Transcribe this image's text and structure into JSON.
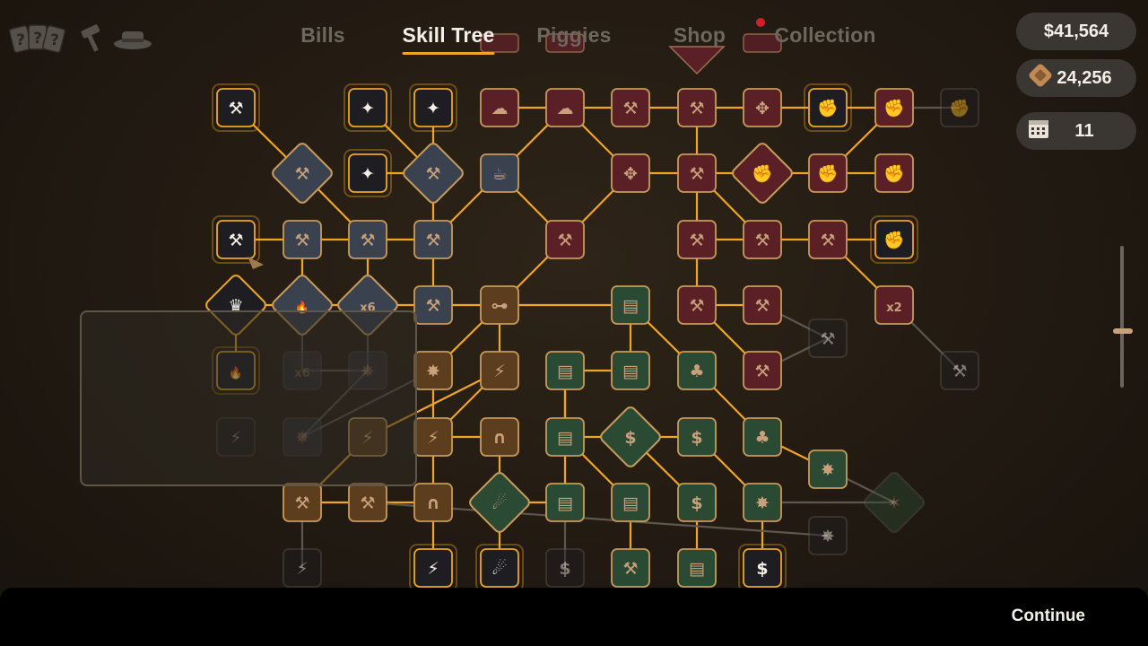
{
  "nav": {
    "tabs": [
      "Bills",
      "Skill Tree",
      "Piggies",
      "Shop",
      "Collection"
    ],
    "active_tab": "Skill Tree",
    "shop_notification": true
  },
  "top_left_icons": [
    "cards-icon",
    "hammer-icon",
    "hat-icon"
  ],
  "stats": {
    "money": "$41,564",
    "tokens": "24,256",
    "day": "11"
  },
  "footer": {
    "continue_label": "Continue"
  },
  "colors": {
    "blue": "#3a4250",
    "red": "#5a2026",
    "brown": "#5c3e1e",
    "green": "#2a4a34",
    "dark": "#1e1e22",
    "accent": "#f0a524"
  },
  "skill_tree": {
    "nodes": [
      {
        "id": "b1",
        "c": "dark",
        "s": "sq",
        "g": "⚒",
        "active": 1
      },
      {
        "id": "b2",
        "c": "dark",
        "s": "sq",
        "g": "✦",
        "active": 1
      },
      {
        "id": "b3",
        "c": "dark",
        "s": "sq",
        "g": "✦",
        "active": 1
      },
      {
        "id": "b4",
        "c": "blue",
        "s": "dia",
        "g": "⚒",
        "active": 1
      },
      {
        "id": "b5",
        "c": "dark",
        "s": "sq",
        "g": "✦",
        "active": 1
      },
      {
        "id": "b6",
        "c": "blue",
        "s": "dia",
        "g": "⚒",
        "active": 1
      },
      {
        "id": "b7",
        "c": "dark",
        "s": "sq",
        "g": "⚒",
        "active": 1
      },
      {
        "id": "b8",
        "c": "blue",
        "s": "sq",
        "g": "⚒",
        "active": 1
      },
      {
        "id": "b9",
        "c": "blue",
        "s": "sq",
        "g": "⚒",
        "active": 1
      },
      {
        "id": "b10",
        "c": "blue",
        "s": "sq",
        "g": "⚒",
        "active": 1
      },
      {
        "id": "b11",
        "c": "dark",
        "s": "dia",
        "g": "♛",
        "active": 1
      },
      {
        "id": "b12",
        "c": "blue",
        "s": "dia",
        "g": "🔥",
        "active": 1
      },
      {
        "id": "b13",
        "c": "blue",
        "s": "dia",
        "g": "x6",
        "active": 1
      },
      {
        "id": "b14",
        "c": "blue",
        "s": "sq",
        "g": "⚒",
        "active": 1
      },
      {
        "id": "b15",
        "c": "dark",
        "s": "sq",
        "g": "🔥",
        "active": 1
      },
      {
        "id": "b16",
        "c": "blue",
        "s": "sq",
        "g": "x6",
        "active": 0
      },
      {
        "id": "b17",
        "c": "blue",
        "s": "sq",
        "g": "✸",
        "active": 0
      },
      {
        "id": "b18",
        "c": "blue",
        "s": "sq",
        "g": "✸",
        "active": 0
      },
      {
        "id": "b19",
        "c": "dark",
        "s": "sq",
        "g": "⚡",
        "active": 0
      },
      {
        "id": "m1",
        "c": "red",
        "s": "sq",
        "g": "☁",
        "active": 1
      },
      {
        "id": "m2",
        "c": "red",
        "s": "sq",
        "g": "☁",
        "active": 1
      },
      {
        "id": "m3",
        "c": "blue",
        "s": "sq",
        "g": "☕",
        "active": 1
      },
      {
        "id": "m4",
        "c": "red",
        "s": "sq",
        "g": "⚒",
        "active": 1
      },
      {
        "id": "m5",
        "c": "red",
        "s": "sq",
        "g": "⚒",
        "active": 1
      },
      {
        "id": "m6",
        "c": "red",
        "s": "sq",
        "g": "✥",
        "active": 1
      },
      {
        "id": "m7",
        "c": "dark",
        "s": "sq",
        "g": "✊",
        "active": 1
      },
      {
        "id": "m8",
        "c": "red",
        "s": "sq",
        "g": "✊",
        "active": 1
      },
      {
        "id": "m9",
        "c": "dark",
        "s": "sq",
        "g": "✊",
        "active": 0
      },
      {
        "id": "m10",
        "c": "red",
        "s": "sq",
        "g": "✥",
        "active": 1
      },
      {
        "id": "m11",
        "c": "red",
        "s": "sq",
        "g": "⚒",
        "active": 1
      },
      {
        "id": "m12",
        "c": "red",
        "s": "dia",
        "g": "✊",
        "active": 1
      },
      {
        "id": "m13",
        "c": "red",
        "s": "sq",
        "g": "✊",
        "active": 1
      },
      {
        "id": "m14",
        "c": "red",
        "s": "sq",
        "g": "✊",
        "active": 1
      },
      {
        "id": "m15",
        "c": "red",
        "s": "sq",
        "g": "⚒",
        "active": 1
      },
      {
        "id": "m16",
        "c": "red",
        "s": "sq",
        "g": "⚒",
        "active": 1
      },
      {
        "id": "m17",
        "c": "red",
        "s": "sq",
        "g": "⚒",
        "active": 1
      },
      {
        "id": "m18",
        "c": "red",
        "s": "sq",
        "g": "⚒",
        "active": 1
      },
      {
        "id": "m19",
        "c": "dark",
        "s": "sq",
        "g": "✊",
        "active": 1
      },
      {
        "id": "m20",
        "c": "red",
        "s": "sq",
        "g": "⚒",
        "active": 1
      },
      {
        "id": "m21",
        "c": "red",
        "s": "sq",
        "g": "⚒",
        "active": 1
      },
      {
        "id": "m22",
        "c": "red",
        "s": "sq",
        "g": "x2",
        "active": 1
      },
      {
        "id": "m23",
        "c": "dark",
        "s": "sq",
        "g": "⚒",
        "active": 0
      },
      {
        "id": "m24",
        "c": "red",
        "s": "sq",
        "g": "⚒",
        "active": 1
      },
      {
        "id": "m25",
        "c": "dark",
        "s": "sq",
        "g": "⚒",
        "active": 0
      },
      {
        "id": "g1",
        "c": "brown",
        "s": "sq",
        "g": "⊶",
        "active": 1
      },
      {
        "id": "g2",
        "c": "green",
        "s": "sq",
        "g": "▤",
        "active": 1
      },
      {
        "id": "g3",
        "c": "brown",
        "s": "sq",
        "g": "✸",
        "active": 1
      },
      {
        "id": "g4",
        "c": "brown",
        "s": "sq",
        "g": "⚡",
        "active": 1
      },
      {
        "id": "g5",
        "c": "green",
        "s": "sq",
        "g": "▤",
        "active": 1
      },
      {
        "id": "g6",
        "c": "green",
        "s": "sq",
        "g": "▤",
        "active": 1
      },
      {
        "id": "g7",
        "c": "green",
        "s": "sq",
        "g": "♣",
        "active": 1
      },
      {
        "id": "g8",
        "c": "brown",
        "s": "sq",
        "g": "⚡",
        "active": 1
      },
      {
        "id": "g9",
        "c": "brown",
        "s": "sq",
        "g": "⚡",
        "active": 1
      },
      {
        "id": "g10",
        "c": "brown",
        "s": "sq",
        "g": "∩",
        "active": 1
      },
      {
        "id": "g11",
        "c": "green",
        "s": "sq",
        "g": "▤",
        "active": 1
      },
      {
        "id": "g12",
        "c": "green",
        "s": "dia",
        "g": "$",
        "active": 1
      },
      {
        "id": "g13",
        "c": "green",
        "s": "sq",
        "g": "$",
        "active": 1
      },
      {
        "id": "g14",
        "c": "green",
        "s": "sq",
        "g": "♣",
        "active": 1
      },
      {
        "id": "g15",
        "c": "green",
        "s": "sq",
        "g": "✸",
        "active": 1
      },
      {
        "id": "g16",
        "c": "green",
        "s": "dia",
        "g": "✶",
        "active": 0
      },
      {
        "id": "g17",
        "c": "brown",
        "s": "sq",
        "g": "⚒",
        "active": 1
      },
      {
        "id": "g18",
        "c": "brown",
        "s": "sq",
        "g": "⚒",
        "active": 1
      },
      {
        "id": "g19",
        "c": "brown",
        "s": "sq",
        "g": "∩",
        "active": 1
      },
      {
        "id": "g20",
        "c": "green",
        "s": "dia",
        "g": "☄",
        "active": 1
      },
      {
        "id": "g21",
        "c": "green",
        "s": "sq",
        "g": "▤",
        "active": 1
      },
      {
        "id": "g22",
        "c": "green",
        "s": "sq",
        "g": "▤",
        "active": 1
      },
      {
        "id": "g23",
        "c": "green",
        "s": "sq",
        "g": "$",
        "active": 1
      },
      {
        "id": "g24",
        "c": "green",
        "s": "sq",
        "g": "✸",
        "active": 1
      },
      {
        "id": "g25",
        "c": "dark",
        "s": "sq",
        "g": "✸",
        "active": 0
      },
      {
        "id": "g26",
        "c": "dark",
        "s": "sq",
        "g": "⚡",
        "active": 0
      },
      {
        "id": "g27",
        "c": "dark",
        "s": "sq",
        "g": "⚡",
        "active": 1
      },
      {
        "id": "g28",
        "c": "dark",
        "s": "sq",
        "g": "☄",
        "active": 1
      },
      {
        "id": "g29",
        "c": "dark",
        "s": "sq",
        "g": "$",
        "active": 0
      },
      {
        "id": "g30",
        "c": "green",
        "s": "sq",
        "g": "⚒",
        "active": 1
      },
      {
        "id": "g31",
        "c": "green",
        "s": "sq",
        "g": "▤",
        "active": 1
      },
      {
        "id": "g32",
        "c": "dark",
        "s": "sq",
        "g": "$",
        "active": 1
      }
    ],
    "edges": [
      [
        "b1",
        "b4"
      ],
      [
        "b4",
        "b9"
      ],
      [
        "b2",
        "b6"
      ],
      [
        "b3",
        "b6"
      ],
      [
        "b5",
        "b6"
      ],
      [
        "b6",
        "b10"
      ],
      [
        "b7",
        "b8"
      ],
      [
        "b8",
        "b9"
      ],
      [
        "b9",
        "b10"
      ],
      [
        "b8",
        "b12"
      ],
      [
        "b9",
        "b13"
      ],
      [
        "b10",
        "b14"
      ],
      [
        "b11",
        "b12"
      ],
      [
        "b12",
        "b13"
      ],
      [
        "b13",
        "b14"
      ],
      [
        "b11",
        "b15"
      ],
      [
        "b12",
        "b16"
      ],
      [
        "b13",
        "b17"
      ],
      [
        "b16",
        "b17"
      ],
      [
        "b17",
        "b18"
      ],
      [
        "b14",
        "g2"
      ],
      [
        "m1",
        "m2"
      ],
      [
        "m2",
        "m3"
      ],
      [
        "m3",
        "b10"
      ],
      [
        "m2",
        "m4"
      ],
      [
        "m4",
        "m5"
      ],
      [
        "m5",
        "m6"
      ],
      [
        "m6",
        "m7"
      ],
      [
        "m2",
        "m10"
      ],
      [
        "m3",
        "m15"
      ],
      [
        "m10",
        "m11"
      ],
      [
        "m11",
        "m12"
      ],
      [
        "m12",
        "m13"
      ],
      [
        "m13",
        "m14"
      ],
      [
        "m8",
        "m13"
      ],
      [
        "m8",
        "m9"
      ],
      [
        "m7",
        "m8"
      ],
      [
        "m5",
        "m11"
      ],
      [
        "m15",
        "m10"
      ],
      [
        "m11",
        "m16"
      ],
      [
        "m16",
        "m17"
      ],
      [
        "m17",
        "m18"
      ],
      [
        "m18",
        "m19"
      ],
      [
        "m11",
        "m17"
      ],
      [
        "m16",
        "m20"
      ],
      [
        "m20",
        "m21"
      ],
      [
        "m18",
        "m22"
      ],
      [
        "m21",
        "m23"
      ],
      [
        "m20",
        "m24"
      ],
      [
        "m22",
        "m25"
      ],
      [
        "m15",
        "g1"
      ],
      [
        "g1",
        "g3"
      ],
      [
        "g1",
        "g4"
      ],
      [
        "g4",
        "g8"
      ],
      [
        "g4",
        "g9"
      ],
      [
        "g8",
        "g17"
      ],
      [
        "g9",
        "g10"
      ],
      [
        "g10",
        "g20"
      ],
      [
        "g20",
        "g21"
      ],
      [
        "g20",
        "g28"
      ],
      [
        "g21",
        "g6"
      ],
      [
        "g6",
        "g5"
      ],
      [
        "g6",
        "g11"
      ],
      [
        "g5",
        "g2"
      ],
      [
        "g2",
        "g7"
      ],
      [
        "g11",
        "g12"
      ],
      [
        "g12",
        "g13"
      ],
      [
        "g13",
        "g24"
      ],
      [
        "g12",
        "g23"
      ],
      [
        "g11",
        "g22"
      ],
      [
        "g22",
        "g30"
      ],
      [
        "g23",
        "g31"
      ],
      [
        "g7",
        "g14"
      ],
      [
        "g14",
        "g15"
      ],
      [
        "g15",
        "g16"
      ],
      [
        "g24",
        "g32"
      ],
      [
        "g24",
        "g16"
      ],
      [
        "g17",
        "g18"
      ],
      [
        "g18",
        "g19"
      ],
      [
        "g3",
        "b18"
      ],
      [
        "g3",
        "g19"
      ],
      [
        "g19",
        "g27"
      ],
      [
        "g21",
        "g29"
      ],
      [
        "g17",
        "g26"
      ],
      [
        "g18",
        "g25"
      ],
      [
        "m23",
        "m24"
      ]
    ]
  }
}
